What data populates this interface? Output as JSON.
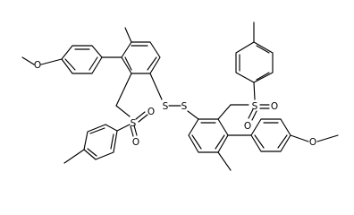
{
  "molecule": {
    "atom_labels": {
      "o_methoxy_left": "O",
      "o_methoxy_right": "O",
      "s_disulfide_left": "S",
      "s_disulfide_right": "S",
      "s_sulfonyl_left": "S",
      "o_sulfonyl_left_a": "O",
      "o_sulfonyl_left_b": "O",
      "s_sulfonyl_right": "S",
      "o_sulfonyl_right_a": "O",
      "o_sulfonyl_right_b": "O"
    }
  },
  "colors": {
    "bond": "#000000",
    "background": "#ffffff"
  }
}
